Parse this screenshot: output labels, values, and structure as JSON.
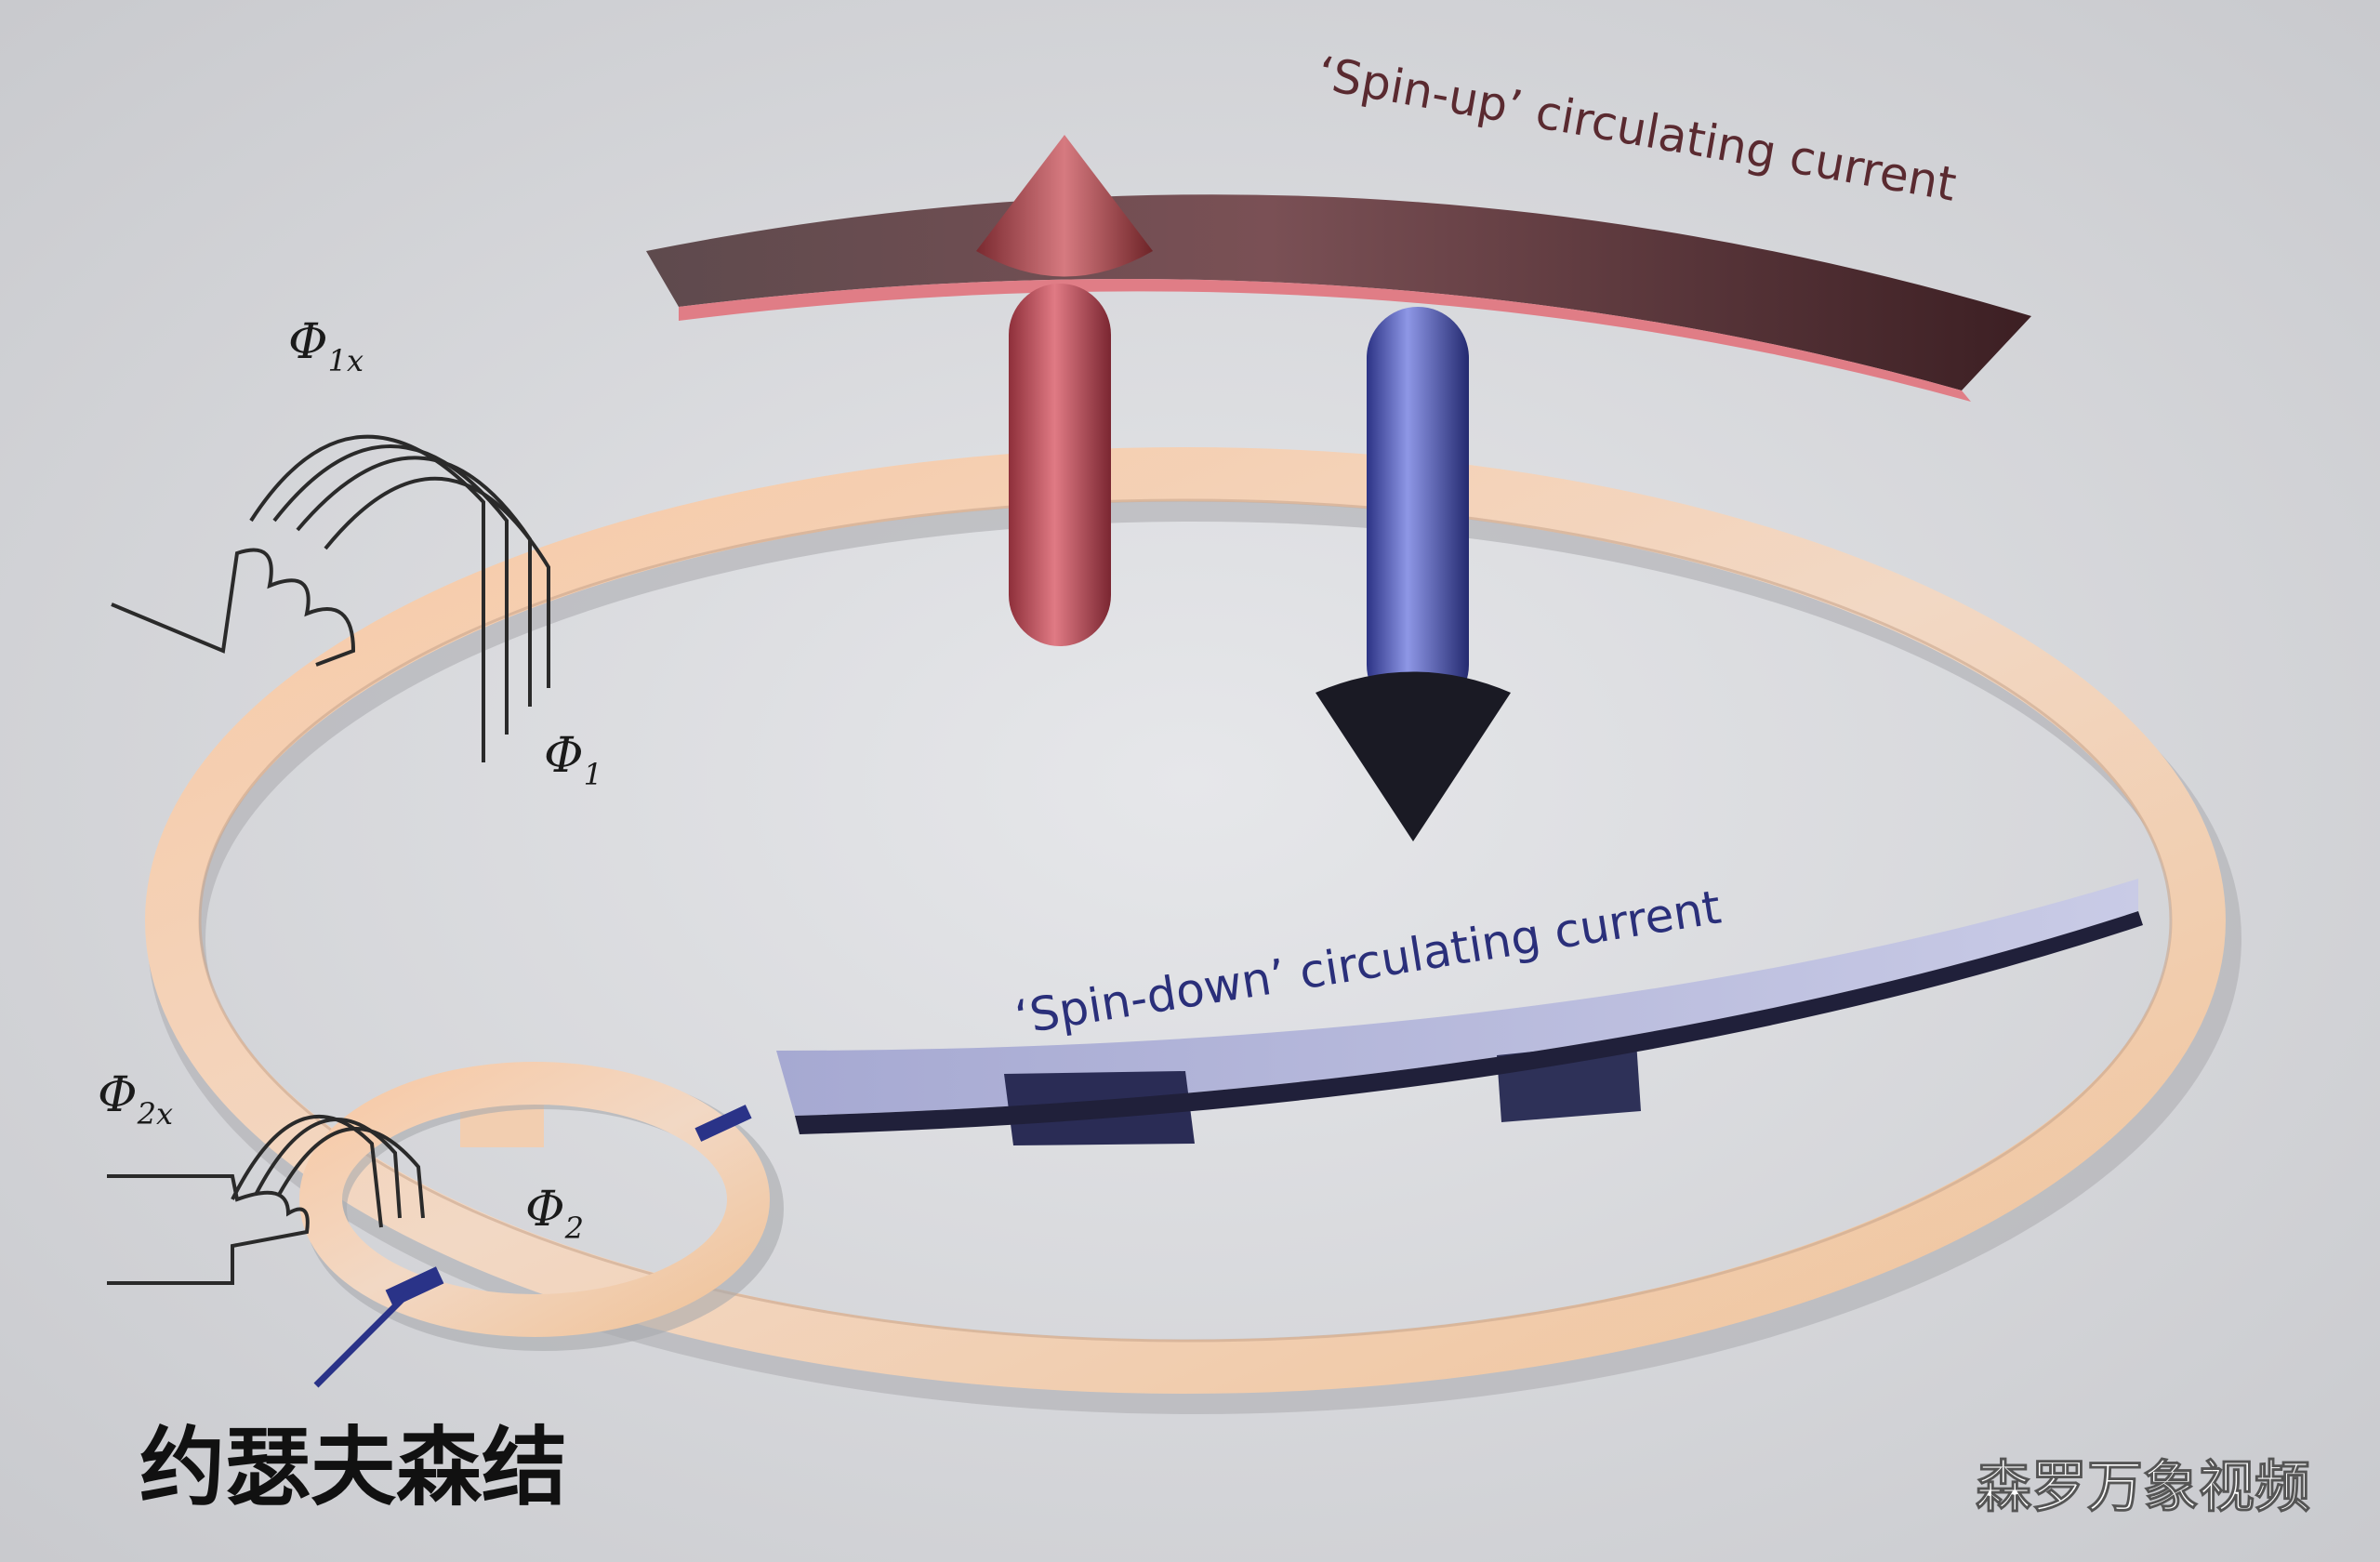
{
  "labels": {
    "spin_up": "‘Spin-up’ circulating current",
    "spin_down": "‘Spin-down’ circulating current",
    "phi_1x_base": "Φ",
    "phi_1x_sub": "1x",
    "phi_1_base": "Φ",
    "phi_1_sub": "1",
    "phi_2x_base": "Φ",
    "phi_2x_sub": "2x",
    "phi_2_base": "Φ",
    "phi_2_sub": "2",
    "josephson_junction": "约瑟夫森结",
    "watermark": "森罗万象视频"
  },
  "colors": {
    "ring_warm": "#f4c49c",
    "spin_up_red": "#c8505c",
    "spin_down_blue": "#4a55b8",
    "background": "#d9dadd"
  }
}
